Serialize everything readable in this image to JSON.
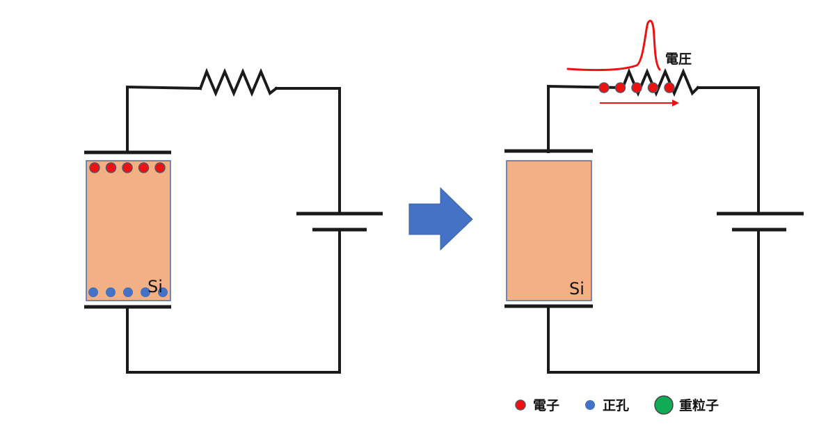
{
  "left_circuit": {
    "material_label": "Si",
    "electron_count": 5,
    "hole_count": 5
  },
  "right_circuit": {
    "material_label": "Si",
    "voltage_label": "電圧",
    "electron_count": 5
  },
  "legend": {
    "electron": "電子",
    "hole": "正孔",
    "heavy_particle": "重粒子"
  },
  "colors": {
    "electron": "#ee1111",
    "electron_outline": "#555566",
    "hole": "#4472c4",
    "heavy_particle": "#11aa55",
    "silicon": "#f2b084",
    "arrow": "#4472c4",
    "signal": "#ee1111",
    "wire": "#1a1a1a"
  }
}
